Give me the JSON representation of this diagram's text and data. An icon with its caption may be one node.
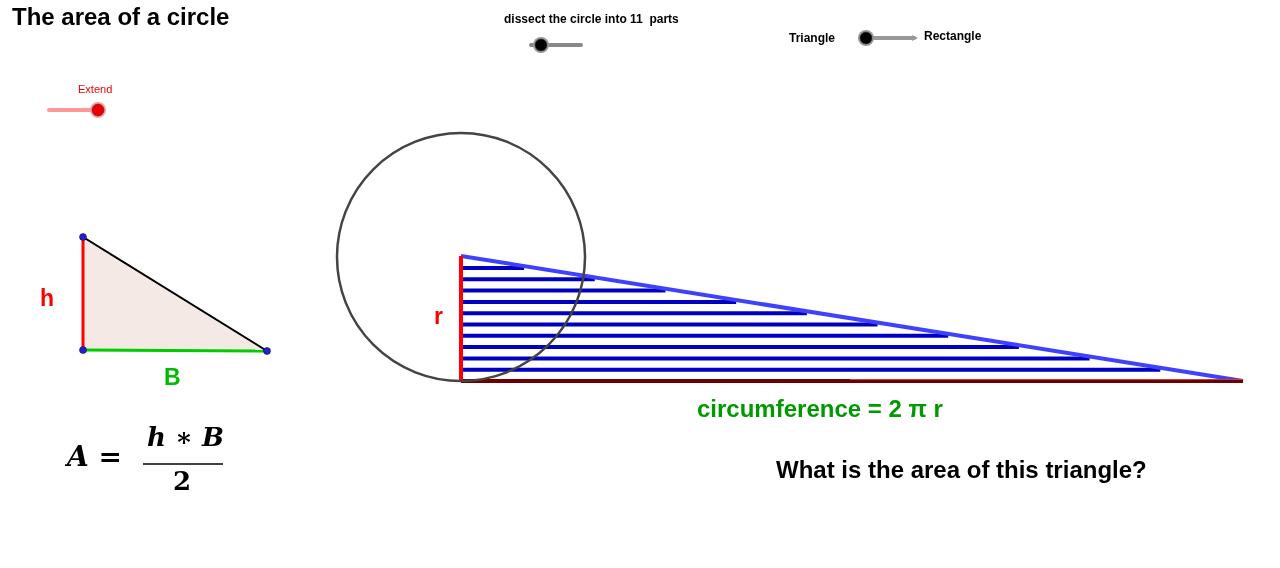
{
  "diagram": {
    "title": "The area of a circle",
    "labels": [
      "dissect the circle into 11  parts",
      "Triangle",
      "Rectangle",
      "Extend",
      "h",
      "B",
      "A =",
      "h ∗ B",
      "2",
      "r",
      "circumference = 2 π r",
      "What is the area of this triangle?"
    ]
  }
}
